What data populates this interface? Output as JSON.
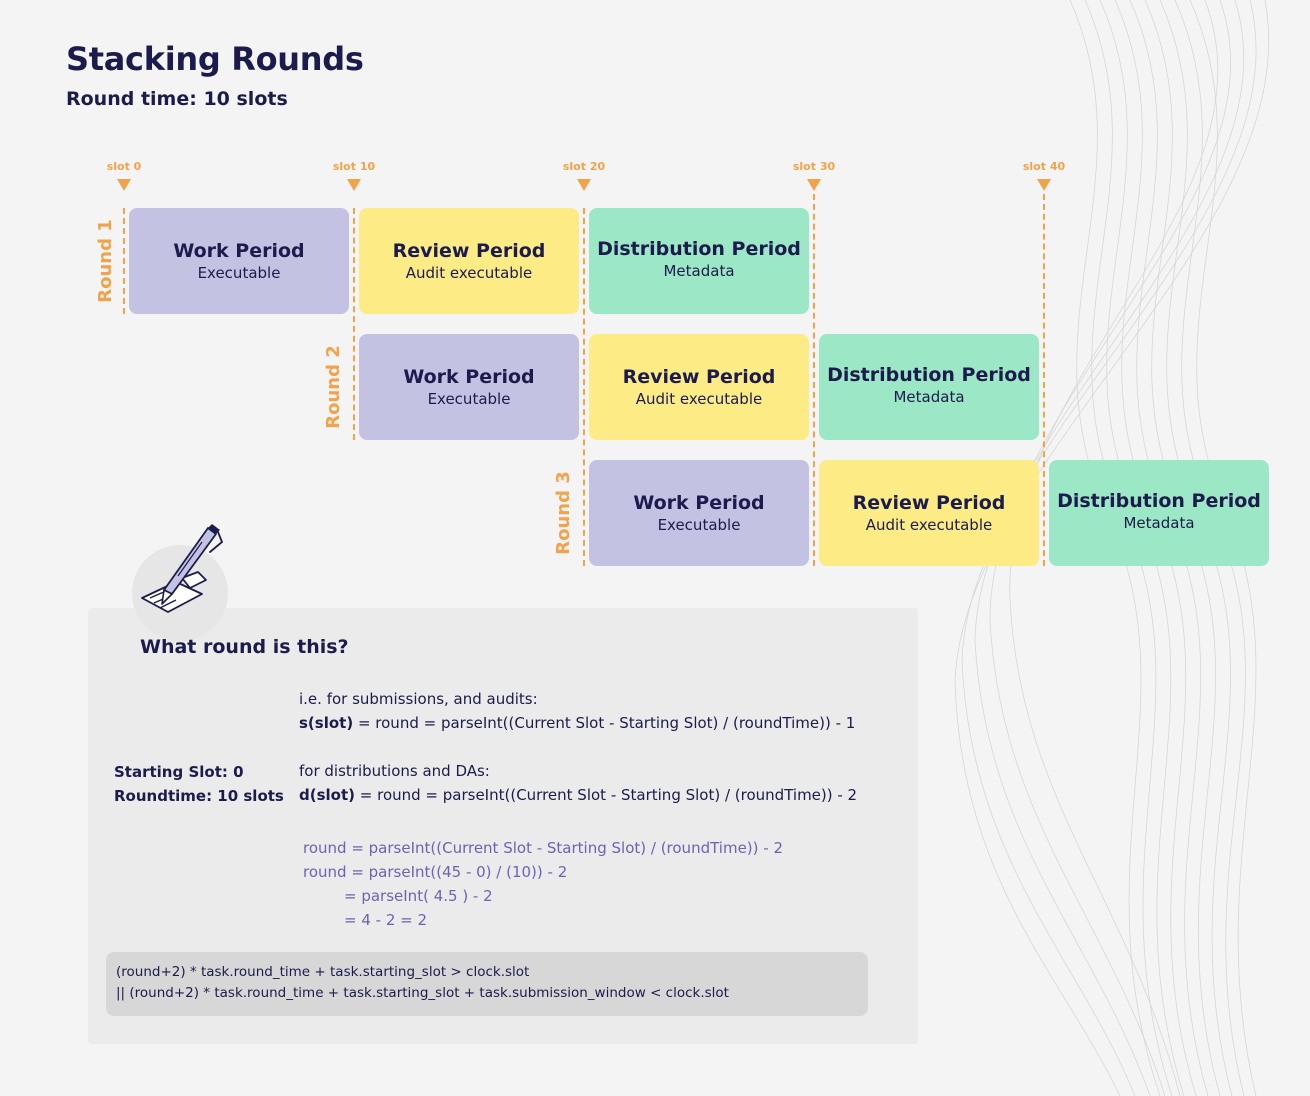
{
  "page": {
    "title": "Stacking Rounds",
    "subtitle": "Round time: 10 slots",
    "colors": {
      "accent": "#f2a34a",
      "work": "#c3c2e2",
      "review": "#fdeb85",
      "distribution": "#9ce7c5",
      "text": "#1c1b4d",
      "formula_purple": "#6b63b7"
    }
  },
  "timeline": {
    "slots": [
      "slot 0",
      "slot 10",
      "slot 20",
      "slot 30",
      "slot 40"
    ],
    "rounds": [
      {
        "label": "Round 1",
        "periods": [
          {
            "name": "Work Period",
            "sub": "Executable"
          },
          {
            "name": "Review Period",
            "sub": "Audit executable"
          },
          {
            "name": "Distribution Period",
            "sub": "Metadata"
          }
        ]
      },
      {
        "label": "Round 2",
        "periods": [
          {
            "name": "Work Period",
            "sub": "Executable"
          },
          {
            "name": "Review Period",
            "sub": "Audit executable"
          },
          {
            "name": "Distribution Period",
            "sub": "Metadata"
          }
        ]
      },
      {
        "label": "Round 3",
        "periods": [
          {
            "name": "Work Period",
            "sub": "Executable"
          },
          {
            "name": "Review Period",
            "sub": "Audit executable"
          },
          {
            "name": "Distribution Period",
            "sub": "Metadata"
          }
        ]
      }
    ]
  },
  "panel": {
    "icon": "pen-signing-icon",
    "question": "What round is this?",
    "starting_slot": "Starting Slot: 0",
    "roundtime": "Roundtime: 10 slots",
    "submissions_intro": "i.e. for submissions, and audits:",
    "s_formula_name": "s(slot)",
    "s_formula_rest": " = round = parseInt((Current Slot - Starting Slot) / (roundTime)) - 1",
    "distributions_intro": "for distributions and DAs:",
    "d_formula_name": "d(slot)",
    "d_formula_rest": " = round = parseInt((Current Slot - Starting Slot) / (roundTime)) - 2",
    "calc": [
      "round = parseInt((Current Slot - Starting Slot) / (roundTime)) - 2",
      "round = parseInt((45 - 0) / (10)) - 2",
      "= parseInt( 4.5 ) - 2",
      "= 4 - 2 = 2"
    ],
    "code": [
      "(round+2) * task.round_time + task.starting_slot > clock.slot",
      "|| (round+2) * task.round_time + task.starting_slot + task.submission_window < clock.slot"
    ]
  }
}
